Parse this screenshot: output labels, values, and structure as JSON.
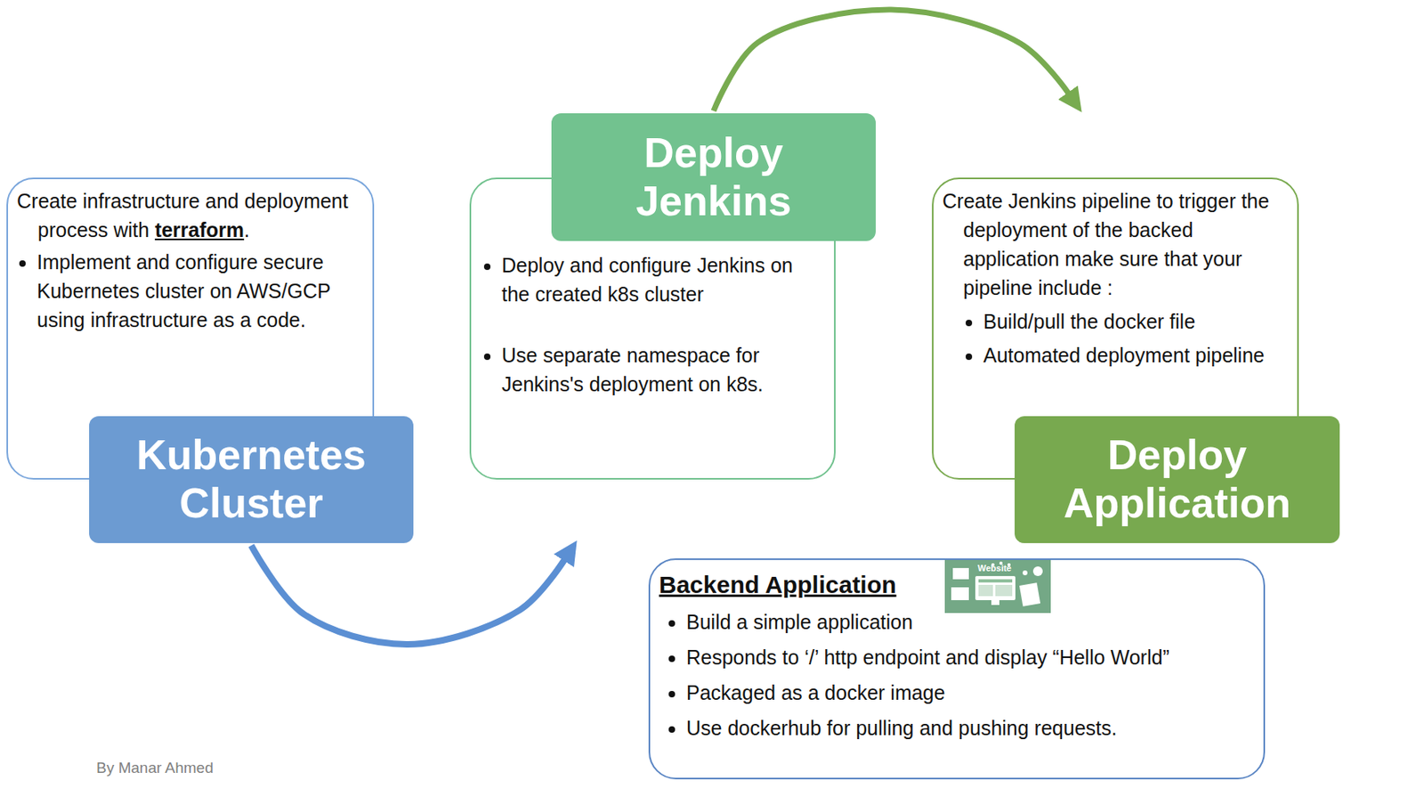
{
  "diagram": {
    "nodes": [
      {
        "text": [
          "Create infrastructure and deployment process with terraform.",
          "Implement and configure secure Kubernetes cluster on AWS/GCP using infrastructure as a code."
        ]
      },
      {
        "text": [
          "Kubernetes Cluster"
        ]
      },
      {
        "text": [
          "Deploy Jenkins"
        ]
      },
      {
        "text": [
          "Deploy and configure Jenkins on the created k8s cluster",
          "Use separate namespace for Jenkins's deployment on k8s."
        ]
      },
      {
        "text": [
          "Create Jenkins pipeline to trigger the deployment of the backed application make sure that your pipeline include :",
          "Build/pull the docker file",
          "Automated deployment pipeline"
        ]
      },
      {
        "text": [
          "Deploy Application"
        ]
      },
      {
        "text": [
          "Backend Application",
          "Build a simple application",
          "Responds to ‘/’ http endpoint and display “Hello World”",
          "Packaged as a docker image",
          "Use dockerhub for pulling and pushing requests."
        ]
      }
    ],
    "edges": [
      {
        "from": 1,
        "to": 3,
        "arrow": "to"
      },
      {
        "from": 2,
        "to": 4,
        "arrow": "to"
      }
    ],
    "labels": [
      "Website",
      "By Manar Ahmed"
    ]
  }
}
